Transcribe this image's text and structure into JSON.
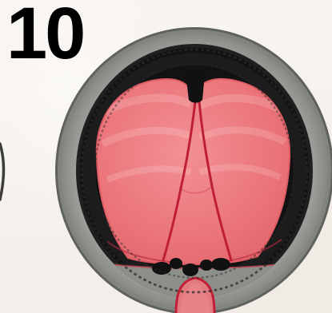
{
  "figure": {
    "number_label": "10"
  },
  "colors": {
    "background": "#f7f3ef",
    "rim": "#8a8c87",
    "rim_dark": "#6c6e69",
    "outer_band": "#151515",
    "tissue": "#e9747a",
    "tissue_light": "#f08a8e",
    "groove": "#c0223a",
    "dot": "#111111"
  },
  "icons": {
    "rim": "circular-rim-shape",
    "band": "dark-outer-band-shape",
    "tissue": "pink-bilobed-tissue-shape",
    "groove": "central-red-groove-lines",
    "dots": "basal-black-dots",
    "arch": "lower-red-arch"
  }
}
